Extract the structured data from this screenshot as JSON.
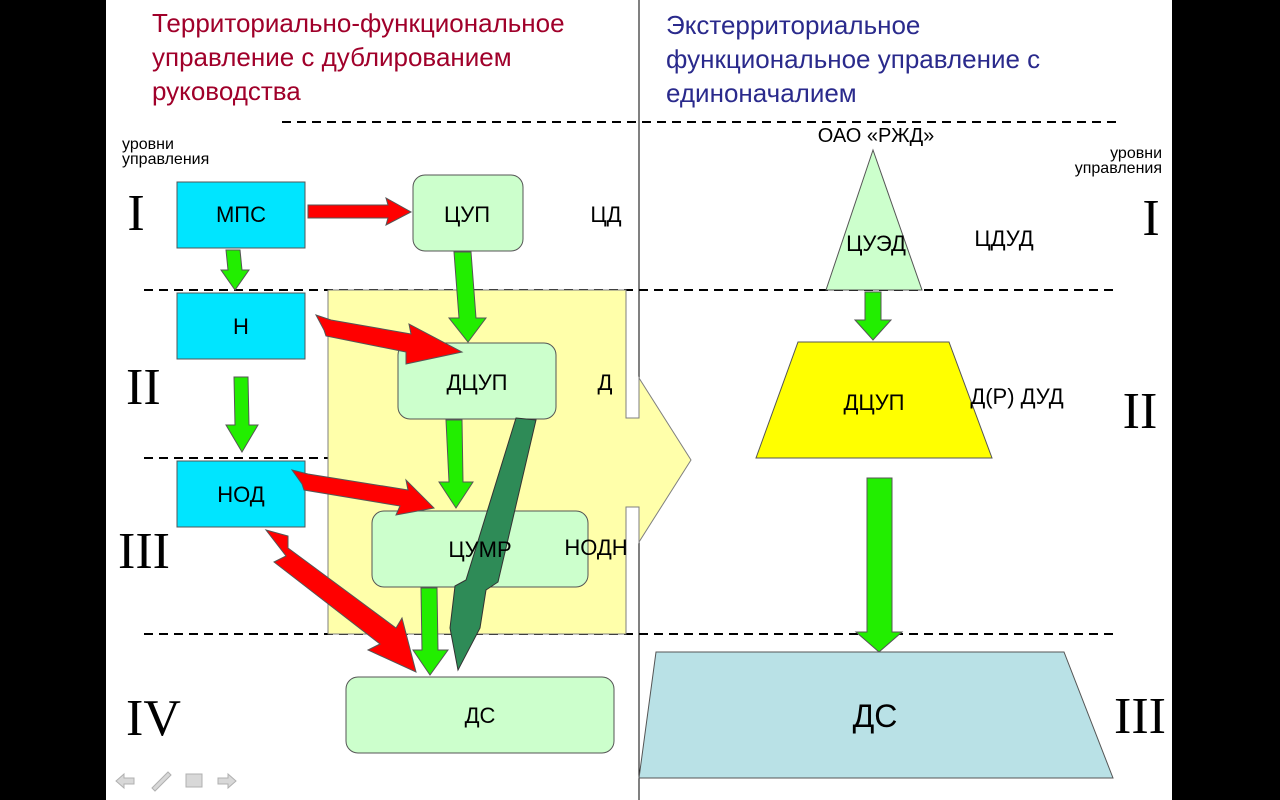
{
  "colors": {
    "left_title": "#A0002A",
    "right_title": "#2A2A8C",
    "cyan_box": "#00E5FF",
    "light_green_box": "#CCFFCC",
    "yellow_panel": "#FFFFAA",
    "yellow_trapezoid": "#FFFF00",
    "light_blue_trapezoid": "#B9E1E6",
    "red_arrow": "#FF0000",
    "green_arrow": "#22EE00",
    "dark_green_arrow": "#2E8B57"
  },
  "left": {
    "title_line1": "Территориально-функциональное",
    "title_line2": "управление с дублированием",
    "title_line3": "руководства",
    "levels_label_line1": "уровни",
    "levels_label_line2": "управления",
    "level_numerals": [
      "I",
      "II",
      "III",
      "IV"
    ],
    "boxes": {
      "mps": "МПС",
      "n": "Н",
      "nod": "НОД",
      "tsup": "ЦУП",
      "dtsup": "ДЦУП",
      "tsumr": "ЦУМР",
      "ds": "ДС"
    },
    "side_labels": {
      "td": "ЦД",
      "d": "Д",
      "nodn": "НОДН"
    }
  },
  "right": {
    "title_line1": "Экстерриториальное",
    "title_line2": "функциональное управление с",
    "title_line3": "единоначалием",
    "levels_label_line1": "уровни",
    "levels_label_line2": "управления",
    "level_numerals": [
      "I",
      "II",
      "III"
    ],
    "top_label": "ОАО «РЖД»",
    "shapes": {
      "tsued": "ЦУЭД",
      "dtsup": "ДЦУП",
      "ds": "ДС"
    },
    "side_labels": {
      "tsdud": "ЦДУД",
      "drdud": "Д(Р) ДУД"
    }
  },
  "nav": {
    "prev_icon": "arrow-left-icon",
    "pen_icon": "pen-icon",
    "menu_icon": "menu-icon",
    "next_icon": "arrow-right-icon"
  }
}
